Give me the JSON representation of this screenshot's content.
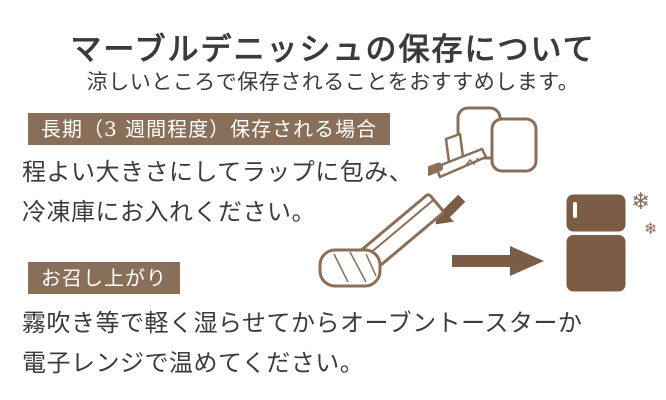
{
  "header": {
    "title": "マーブルデニッシュの保存について",
    "subtitle": "涼しいところで保存されることをおすすめします。"
  },
  "sections": [
    {
      "badge": "長期（3 週間程度）保存される場合",
      "lines": [
        "程よい大きさにしてラップに包み、",
        "冷凍庫にお入れください。"
      ]
    },
    {
      "badge": "お召し上がり",
      "lines": [
        "霧吹き等で軽く湿らせてからオーブントースターか",
        "電子レンジで温めてください。"
      ]
    }
  ],
  "illustration": {
    "snowflake": "❄",
    "icons": {
      "bread_knife": "bread-and-knife",
      "arrow_down_left": "arrow-down-left",
      "plastic_wrap": "plastic-wrap-and-wrapped-bread",
      "arrow_right": "arrow-right",
      "refrigerator": "refrigerator",
      "snowflake": "snowflake"
    }
  },
  "colors": {
    "brown": "#8a6f58",
    "dark_brown": "#7b5c45",
    "text": "#3e3a39",
    "badge_text": "#ffffff",
    "background": "#ffffff"
  }
}
